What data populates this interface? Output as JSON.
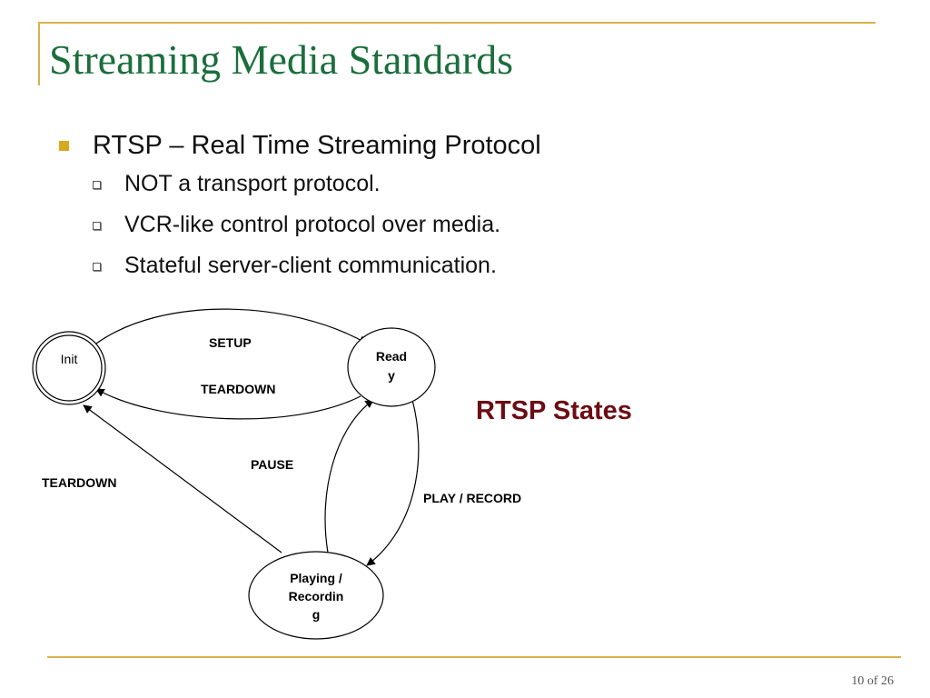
{
  "slide": {
    "title": "Streaming Media Standards",
    "bullets": [
      {
        "text": "RTSP – Real Time Streaming Protocol",
        "sub": [
          "NOT a transport protocol.",
          "VCR-like control protocol over media.",
          "Stateful server-client communication."
        ]
      }
    ],
    "diagram_title": "RTSP States",
    "page_number": "10",
    "page_of": "of",
    "page_total": "26"
  },
  "diagram": {
    "states": {
      "init": "Init",
      "ready": [
        "Read",
        "y"
      ],
      "playing": [
        "Playing /",
        "Recordin",
        "g"
      ]
    },
    "transitions": {
      "setup": "SETUP",
      "teardown_ready": "TEARDOWN",
      "pause": "PAUSE",
      "teardown_playing": "TEARDOWN",
      "play_record": "PLAY / RECORD"
    }
  },
  "colors": {
    "accent_rule": "#d8b24a",
    "title": "#1b6e3c",
    "diagram_title": "#6b0d15",
    "bullet_square": "#d8a820"
  }
}
